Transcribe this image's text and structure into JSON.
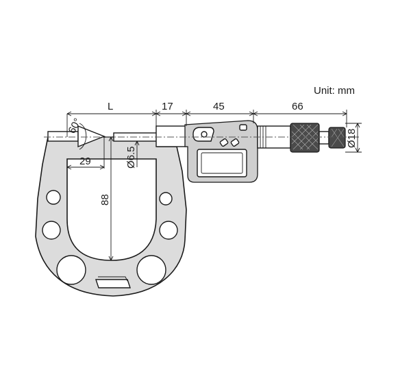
{
  "unit": "Unit: mm",
  "dimensions": {
    "L": "L",
    "d17": "17",
    "d45": "45",
    "d66": "66",
    "d29": "29",
    "d88": "88",
    "angle": "60°",
    "dia_spindle": "Ø6.5",
    "dia_thimble": "Ø18"
  }
}
